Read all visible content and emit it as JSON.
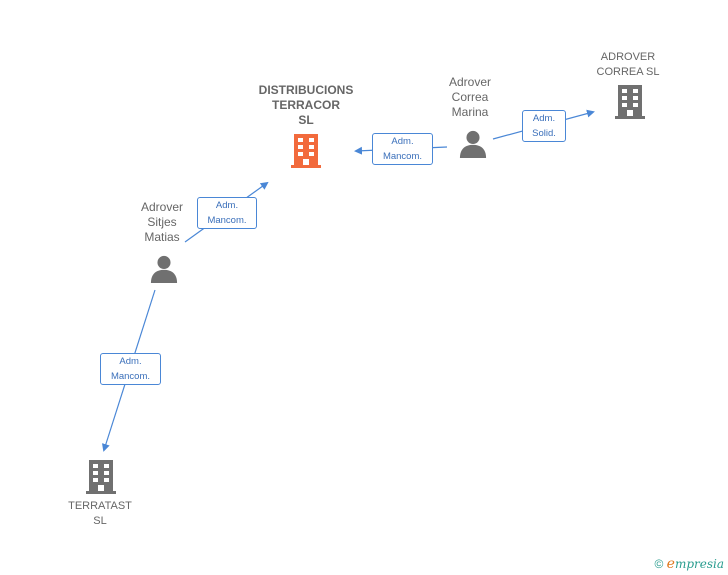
{
  "nodes": {
    "distribuciones": {
      "label": "DISTRIBUCIONS\nTERRACOR\nSL",
      "type": "company",
      "color": "#f26a3c"
    },
    "adrover_correa_marina": {
      "label": "Adrover\nCorrea\nMarina",
      "type": "person",
      "color": "#707070"
    },
    "adrover_correa_sl": {
      "label": "ADROVER\nCORREA  SL",
      "type": "company",
      "color": "#707070"
    },
    "adrover_sitjes": {
      "label": "Adrover\nSitjes\nMatias",
      "type": "person",
      "color": "#707070"
    },
    "terratast": {
      "label": "TERRATAST\nSL",
      "type": "company",
      "color": "#707070"
    }
  },
  "edges": {
    "sitjes_to_distribuciones": {
      "label": "Adm.\nMancom."
    },
    "marina_to_distribuciones": {
      "label": "Adm.\nMancom."
    },
    "marina_to_correa_sl": {
      "label": "Adm.\nSolid."
    },
    "sitjes_to_terratast": {
      "label": "Adm.\nMancom."
    }
  },
  "watermark": {
    "copyright": "©",
    "brand_initial": "e",
    "brand_rest": "mpresia"
  },
  "colors": {
    "edge": "#4a87d6",
    "accent": "#f26a3c",
    "neutral": "#707070"
  }
}
